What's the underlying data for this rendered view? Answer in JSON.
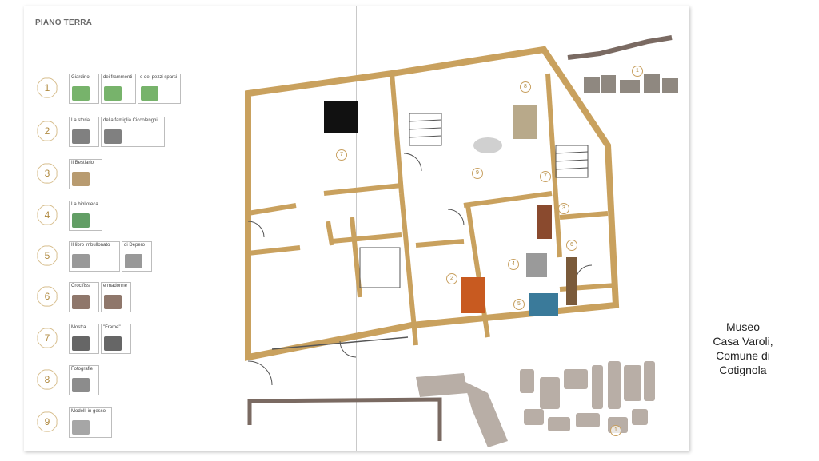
{
  "title": "PIANO TERRA",
  "legend": [
    {
      "number": "1",
      "cards": [
        "Giardino",
        "dei frammenti",
        "e dei pezzi sparsi"
      ]
    },
    {
      "number": "2",
      "cards": [
        "La storia",
        "della famiglia Ciccolenghi"
      ]
    },
    {
      "number": "3",
      "cards": [
        "Il Bestiario"
      ]
    },
    {
      "number": "4",
      "cards": [
        "La biblioteca"
      ]
    },
    {
      "number": "5",
      "cards": [
        "Il libro imbullonato",
        "di Depero"
      ]
    },
    {
      "number": "6",
      "cards": [
        "Crocifissi",
        "e madonne"
      ]
    },
    {
      "number": "7",
      "cards": [
        "Mostra",
        "\"Frame\""
      ]
    },
    {
      "number": "8",
      "cards": [
        "Fotografie"
      ]
    },
    {
      "number": "9",
      "cards": [
        "Modelli in gesso"
      ]
    }
  ],
  "map_markers": [
    "1",
    "8",
    "7",
    "9",
    "7",
    "3",
    "6",
    "4",
    "2",
    "5",
    "1"
  ],
  "caption": [
    "Museo",
    "Casa Varoli,",
    "Comune di",
    "Cotignola"
  ],
  "colors": {
    "wall": "#c9a15e",
    "outer_wall": "#7a6a62",
    "rubble": "#b8aea6",
    "number": "#b08a40"
  }
}
